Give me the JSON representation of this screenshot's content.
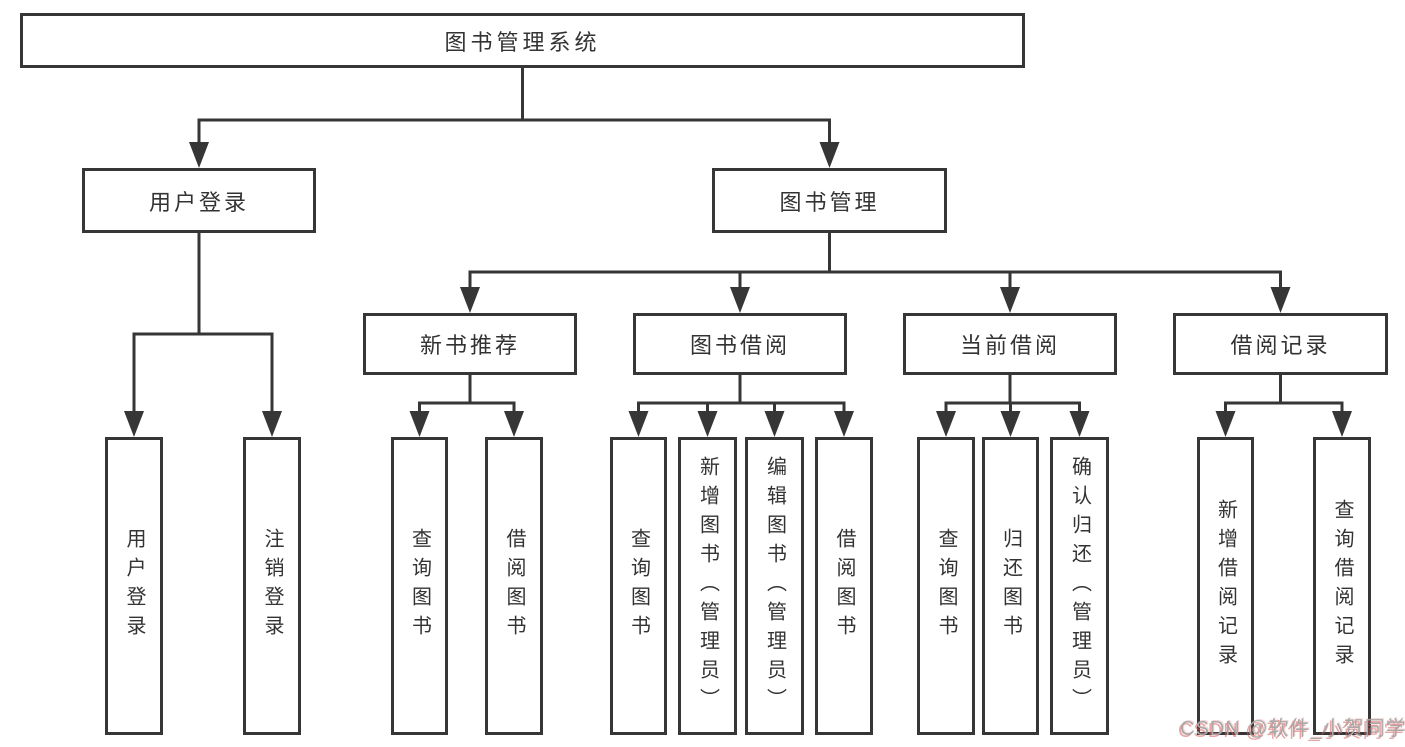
{
  "diagram_title": "图书管理系统",
  "watermark": {
    "text": "CSDN @软件_小贺同学"
  },
  "colors": {
    "line": "#363636",
    "box_border": "#363636",
    "text": "#333333",
    "background": "#ffffff",
    "watermark": "#a8a8a8",
    "watermark_accent": "#d95b5b"
  },
  "nodes": [
    {
      "id": "system",
      "label": "图书管理系统",
      "level": 1
    },
    {
      "id": "user-login",
      "label": "用户登录",
      "level": 2
    },
    {
      "id": "book-mgmt",
      "label": "图书管理",
      "level": 2
    },
    {
      "id": "new-books",
      "label": "新书推荐",
      "level": 3
    },
    {
      "id": "book-borrow",
      "label": "图书借阅",
      "level": 3
    },
    {
      "id": "current-borrow",
      "label": "当前借阅",
      "level": 3
    },
    {
      "id": "borrow-records",
      "label": "借阅记录",
      "level": 3
    },
    {
      "id": "user-login-leaf",
      "label": "用户登录",
      "level": 4
    },
    {
      "id": "logout-leaf",
      "label": "注销登录",
      "level": 4
    },
    {
      "id": "nb-query",
      "label": "查询图书",
      "level": 4
    },
    {
      "id": "nb-borrow",
      "label": "借阅图书",
      "level": 4
    },
    {
      "id": "bb-query",
      "label": "查询图书",
      "level": 4
    },
    {
      "id": "bb-add",
      "label": "新增图书（管理员）",
      "level": 4
    },
    {
      "id": "bb-edit",
      "label": "编辑图书（管理员）",
      "level": 4
    },
    {
      "id": "bb-borrow",
      "label": "借阅图书",
      "level": 4
    },
    {
      "id": "cb-query",
      "label": "查询图书",
      "level": 4
    },
    {
      "id": "cb-return",
      "label": "归还图书",
      "level": 4
    },
    {
      "id": "cb-confirm",
      "label": "确认归还（管理员）",
      "level": 4
    },
    {
      "id": "br-add",
      "label": "新增借阅记录",
      "level": 4
    },
    {
      "id": "br-query",
      "label": "查询借阅记录",
      "level": 4
    }
  ],
  "edges": [
    [
      "system",
      "user-login"
    ],
    [
      "system",
      "book-mgmt"
    ],
    [
      "user-login",
      "user-login-leaf"
    ],
    [
      "user-login",
      "logout-leaf"
    ],
    [
      "book-mgmt",
      "new-books"
    ],
    [
      "book-mgmt",
      "book-borrow"
    ],
    [
      "book-mgmt",
      "current-borrow"
    ],
    [
      "book-mgmt",
      "borrow-records"
    ],
    [
      "new-books",
      "nb-query"
    ],
    [
      "new-books",
      "nb-borrow"
    ],
    [
      "book-borrow",
      "bb-query"
    ],
    [
      "book-borrow",
      "bb-add"
    ],
    [
      "book-borrow",
      "bb-edit"
    ],
    [
      "book-borrow",
      "bb-borrow"
    ],
    [
      "current-borrow",
      "cb-query"
    ],
    [
      "current-borrow",
      "cb-return"
    ],
    [
      "current-borrow",
      "cb-confirm"
    ],
    [
      "borrow-records",
      "br-add"
    ],
    [
      "borrow-records",
      "br-query"
    ]
  ]
}
